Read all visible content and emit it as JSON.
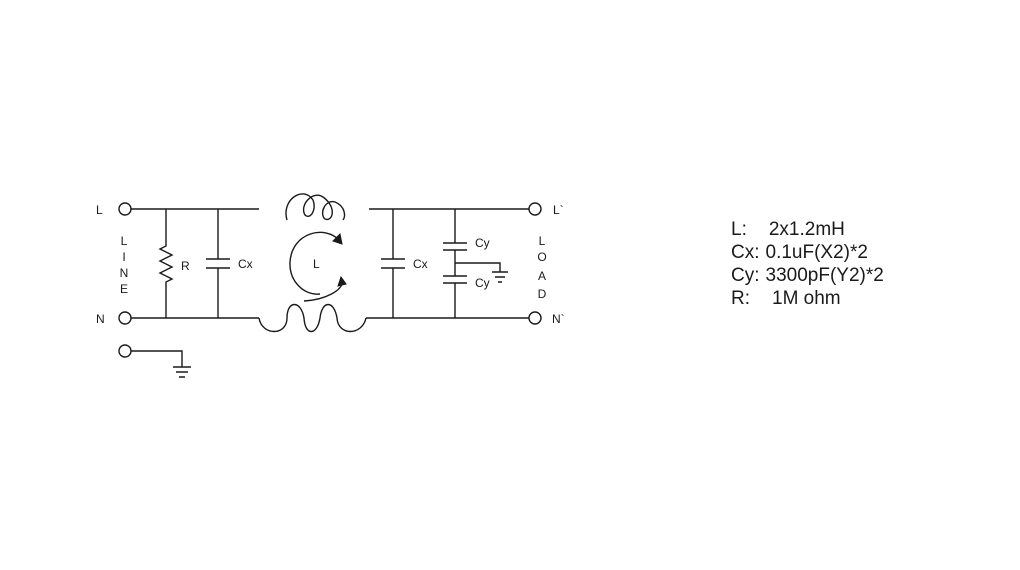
{
  "schematic": {
    "terminal_line_l": "L",
    "terminal_line_n": "N",
    "terminal_load_l": "L`",
    "terminal_load_n": "N`",
    "line_group_label": [
      "L",
      "I",
      "N",
      "E"
    ],
    "load_group_label": [
      "L",
      "O",
      "A",
      "D"
    ],
    "resistor_label": "R",
    "cx_input_label": "Cx",
    "inductor_label": "L",
    "cx_output_label": "Cx",
    "cy_upper_label": "Cy",
    "cy_lower_label": "Cy"
  },
  "specs": [
    {
      "key": "L:",
      "value": "2x1.2mH"
    },
    {
      "key": "Cx:",
      "value": "0.1uF(X2)*2"
    },
    {
      "key": "Cy:",
      "value": "3300pF(Y2)*2"
    },
    {
      "key": "R:",
      "value": "1M ohm"
    }
  ]
}
